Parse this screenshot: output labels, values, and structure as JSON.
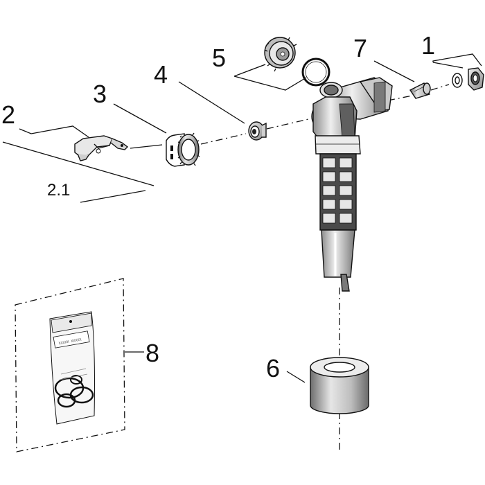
{
  "diagram": {
    "callouts": {
      "c1": "1",
      "c2": "2",
      "c2_1": "2.1",
      "c3": "3",
      "c4": "4",
      "c5": "5",
      "c6": "6",
      "c7": "7",
      "c8": "8"
    },
    "package_label": "XXXXX XXXXX"
  },
  "colors": {
    "ink": "#111111",
    "light_gray": "#d9d9d9",
    "mid_gray": "#a6a6a6",
    "dark_gray": "#5a5a5a"
  }
}
